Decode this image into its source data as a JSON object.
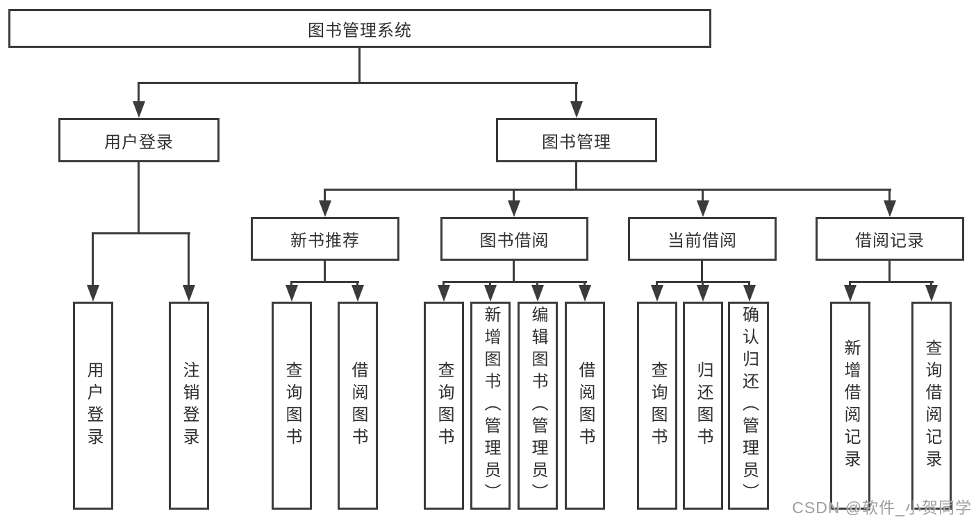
{
  "diagram": {
    "root": {
      "label": "图书管理系统"
    },
    "branches": [
      {
        "label": "用户登录",
        "children": [
          {
            "label": "用户登录"
          },
          {
            "label": "注销登录"
          }
        ]
      },
      {
        "label": "图书管理",
        "sections": [
          {
            "label": "新书推荐",
            "children": [
              {
                "label": "查询图书"
              },
              {
                "label": "借阅图书"
              }
            ]
          },
          {
            "label": "图书借阅",
            "children": [
              {
                "label": "查询图书"
              },
              {
                "label": "新增图书（管理员）"
              },
              {
                "label": "编辑图书（管理员）"
              },
              {
                "label": "借阅图书"
              }
            ]
          },
          {
            "label": "当前借阅",
            "children": [
              {
                "label": "查询图书"
              },
              {
                "label": "归还图书"
              },
              {
                "label": "确认归还（管理员）"
              }
            ]
          },
          {
            "label": "借阅记录",
            "children": [
              {
                "label": "新增借阅记录"
              },
              {
                "label": "查询借阅记录"
              }
            ]
          }
        ]
      }
    ]
  },
  "watermark": {
    "text": "CSDN @软件_小贺同学"
  },
  "colors": {
    "line": "#3b3b3b",
    "text": "#2f2f2f",
    "box_bg": "#ffffff",
    "page_bg": "#ffffff",
    "watermark": "#9e9e9e"
  }
}
